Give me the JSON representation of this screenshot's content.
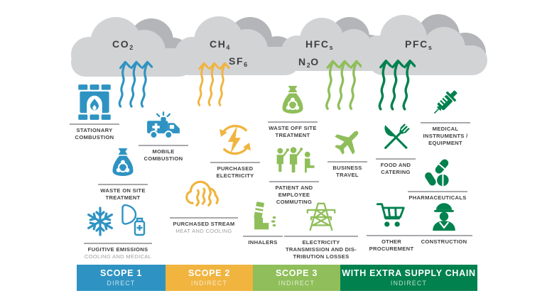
{
  "colors": {
    "scope1": "#2E93C2",
    "scope2": "#F0B43F",
    "scope3": "#8FBE5A",
    "supply": "#00814E",
    "cloud": "#D2D3D5",
    "cloudsh": "#B3B5B8",
    "label": "#414042",
    "sublabel": "#9DA0A3",
    "divider": "#A7A9AC"
  },
  "gases": [
    {
      "pre": "CO",
      "sub": "2",
      "post": ""
    },
    {
      "pre": "CH",
      "sub": "4",
      "post": ""
    },
    {
      "pre": "SF",
      "sub": "6",
      "post": ""
    },
    {
      "pre": "HFC",
      "sub": "s",
      "post": ""
    },
    {
      "pre": "N",
      "sub": "2",
      "post": "O"
    },
    {
      "pre": "PFC",
      "sub": "s",
      "post": ""
    }
  ],
  "items": [
    {
      "id": "stationary-combustion",
      "scope": "scope1",
      "icon": "fireplace",
      "lines": [
        "STATIONARY",
        "COMBUSTION"
      ]
    },
    {
      "id": "mobile-combustion",
      "scope": "scope1",
      "icon": "ambulance",
      "lines": [
        "MOBILE",
        "COMBUSTION"
      ]
    },
    {
      "id": "waste-on-site-treatment",
      "scope": "scope1",
      "icon": "biohazard-bag",
      "lines": [
        "WASTE ON SITE",
        "TREATMENT"
      ]
    },
    {
      "id": "fugitive-emissions",
      "scope": "scope1",
      "icon": "snowflake-and-inhaler",
      "lines": [
        "FUGITIVE EMISSIONS"
      ],
      "sub": "COOLING AND MEDICAL"
    },
    {
      "id": "purchased-electricity",
      "scope": "scope2",
      "icon": "electricity-cycle",
      "lines": [
        "PURCHASED",
        "ELECTRICITY"
      ]
    },
    {
      "id": "purchased-stream",
      "scope": "scope2",
      "icon": "steam-cloud",
      "lines": [
        "PURCHASED STREAM"
      ],
      "sub": "HEAT AND COOLING"
    },
    {
      "id": "waste-off-site-treatment",
      "scope": "scope3",
      "icon": "biohazard-bag",
      "lines": [
        "WASTE OFF SITE",
        "TREATMENT"
      ]
    },
    {
      "id": "business-travel",
      "scope": "scope3",
      "icon": "airplane",
      "lines": [
        "BUSINESS",
        "TRAVEL"
      ]
    },
    {
      "id": "patient-and-employee-commuting",
      "scope": "scope3",
      "icon": "commuters",
      "lines": [
        "PATIENT AND",
        "EMPLOYEE",
        "COMMUTING"
      ]
    },
    {
      "id": "inhalers",
      "scope": "scope3",
      "icon": "inhaler",
      "lines": [
        "INHALERS"
      ]
    },
    {
      "id": "electricity-transmission-losses",
      "scope": "scope3",
      "icon": "pylon",
      "lines": [
        "ELECTRICITY",
        "TRANSMISSION AND DIS-",
        "TRIBUTION LOSSES"
      ]
    },
    {
      "id": "medical-instruments-equipment",
      "scope": "supply",
      "icon": "syringe",
      "lines": [
        "MEDICAL",
        "INSTRUMENTS /",
        "EQUIPMENT"
      ]
    },
    {
      "id": "food-and-catering",
      "scope": "supply",
      "icon": "cutlery",
      "lines": [
        "FOOD AND",
        "CATERING"
      ]
    },
    {
      "id": "pharmaceuticals",
      "scope": "supply",
      "icon": "pills",
      "lines": [
        "PHARMACEUTICALS"
      ]
    },
    {
      "id": "other-procurement",
      "scope": "supply",
      "icon": "shopping-cart",
      "lines": [
        "OTHER",
        "PROCUREMENT"
      ]
    },
    {
      "id": "construction",
      "scope": "supply",
      "icon": "construction-worker",
      "lines": [
        "CONSTRUCTION"
      ]
    }
  ],
  "bar": {
    "segments": [
      {
        "title": "SCOPE 1",
        "subtitle": "DIRECT",
        "scope": "scope1"
      },
      {
        "title": "SCOPE 2",
        "subtitle": "INDIRECT",
        "scope": "scope2"
      },
      {
        "title": "SCOPE 3",
        "subtitle": "INDIRECT",
        "scope": "scope3"
      },
      {
        "title": "WITH EXTRA SUPPLY CHAIN",
        "subtitle": "INDIRECT",
        "scope": "supply"
      }
    ]
  }
}
